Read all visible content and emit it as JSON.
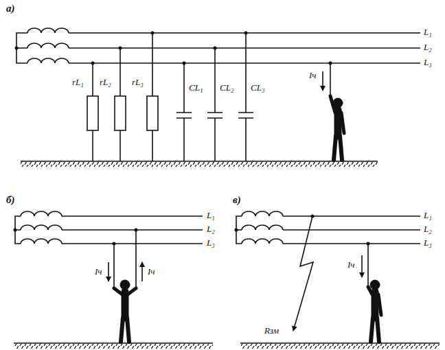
{
  "diagram": {
    "labels": [
      "а)",
      "L₁",
      "L₂",
      "L₃",
      "rL₁",
      "rL₂",
      "rL₃",
      "CL₁",
      "CL₂",
      "CL₃",
      "Iч",
      "б)",
      "L₁",
      "L₂",
      "L₃",
      "Iч",
      "Iч",
      "в)",
      "L₁",
      "L₂",
      "L₃",
      "Rзм",
      "Iч"
    ]
  }
}
